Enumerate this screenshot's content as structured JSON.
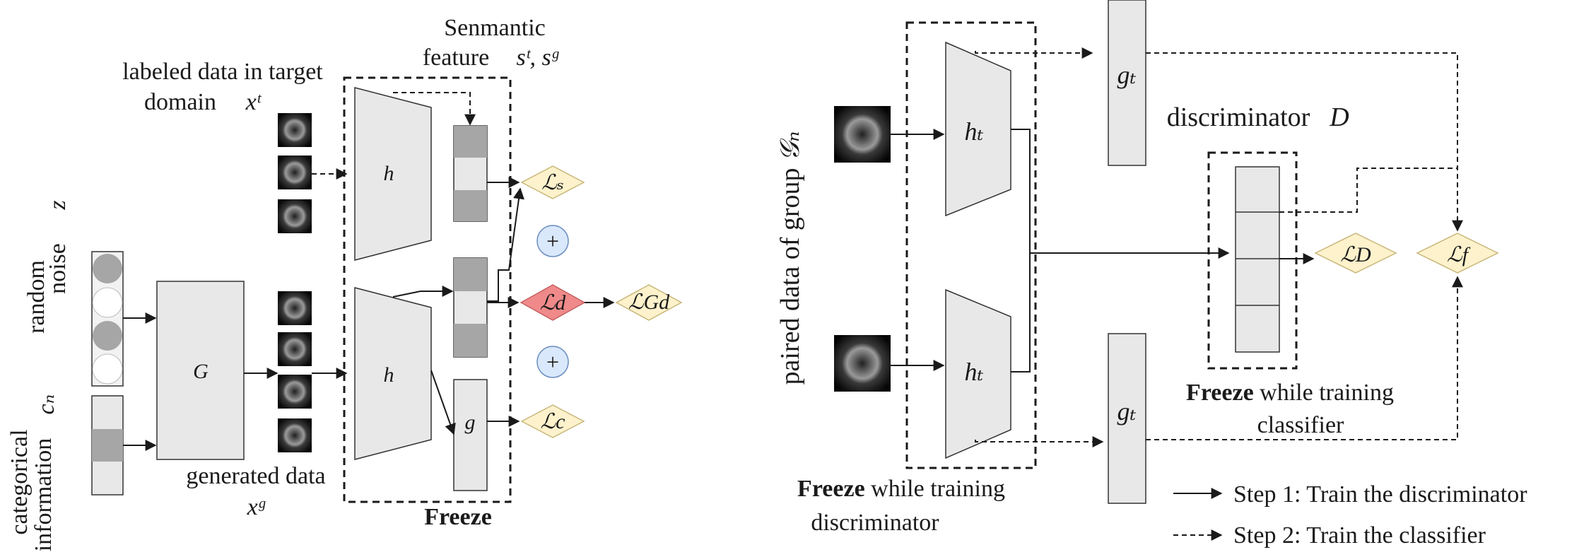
{
  "left": {
    "semantic_feature_line1": "Senmantic",
    "semantic_feature_line2": "feature",
    "semantic_feature_symbols": "sᵗ, sᵍ",
    "labeled_line1": "labeled data in target",
    "labeled_line2": "domain",
    "labeled_symbol": "xᵗ",
    "random_line1": "random",
    "random_line2": "noise",
    "random_symbol": "z",
    "categorical_line1": "categorical",
    "categorical_line2": "information",
    "categorical_symbol": "cₙ",
    "generated_line1": "generated data",
    "generated_symbol": "xᵍ",
    "generator_label": "G",
    "encoder_top_label": "h",
    "encoder_bottom_label": "h",
    "classifier_label": "g",
    "freeze_label": "Freeze",
    "loss_s": "ℒₛ",
    "loss_d": "ℒd",
    "loss_gd": "ℒGd",
    "loss_c": "ℒc",
    "plus_symbol": "+",
    "colors": {
      "loss_yellow": "#fdf2cc",
      "loss_red": "#f08a8a",
      "plus_blue": "#dae8fc",
      "block_gray": "#e8e8e8",
      "dark_gray": "#a6a6a6"
    }
  },
  "right": {
    "paired_label": "paired data of group",
    "paired_symbol": "𝒢ₙ",
    "encoder_top_label": "hₜ",
    "encoder_bottom_label": "hₜ",
    "classifier_top_label": "gₜ",
    "classifier_bottom_label": "gₜ",
    "discriminator_label": "discriminator",
    "discriminator_symbol": "D",
    "freeze_bold_1": "Freeze",
    "freeze_rest_1": " while training",
    "freeze_line2_1": "discriminator",
    "freeze_bold_2": "Freeze",
    "freeze_rest_2": " while training",
    "freeze_line2_2": "classifier",
    "loss_D": "ℒD",
    "loss_f": "ℒf",
    "legend_step1": "Step 1: Train the discriminator",
    "legend_step2": "Step 2: Train the classifier"
  }
}
